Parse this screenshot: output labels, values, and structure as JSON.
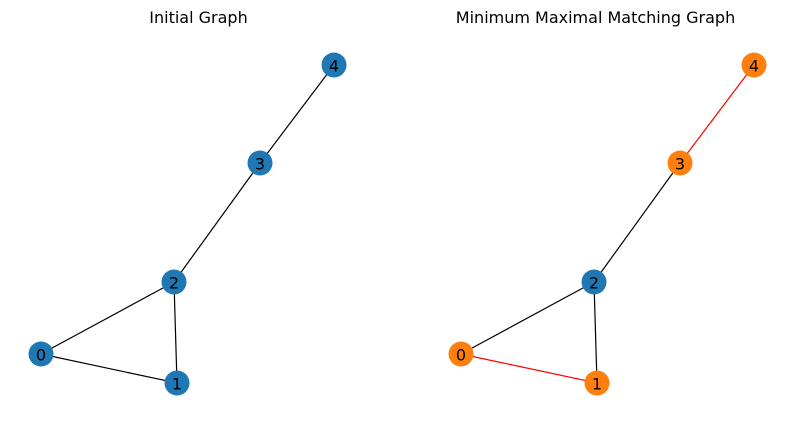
{
  "colors": {
    "node_default": "#1f77b4",
    "node_matched": "#ff7f0e",
    "edge_default": "#000000",
    "edge_matched": "#ff0000"
  },
  "graphs": [
    {
      "title": "Initial Graph",
      "nodes": [
        {
          "id": "0",
          "label": "0",
          "matched": false
        },
        {
          "id": "1",
          "label": "1",
          "matched": false
        },
        {
          "id": "2",
          "label": "2",
          "matched": false
        },
        {
          "id": "3",
          "label": "3",
          "matched": false
        },
        {
          "id": "4",
          "label": "4",
          "matched": false
        }
      ],
      "edges": [
        {
          "source": "0",
          "target": "1",
          "matched": false
        },
        {
          "source": "0",
          "target": "2",
          "matched": false
        },
        {
          "source": "1",
          "target": "2",
          "matched": false
        },
        {
          "source": "2",
          "target": "3",
          "matched": false
        },
        {
          "source": "3",
          "target": "4",
          "matched": false
        }
      ]
    },
    {
      "title": "Minimum Maximal Matching Graph",
      "nodes": [
        {
          "id": "0",
          "label": "0",
          "matched": true
        },
        {
          "id": "1",
          "label": "1",
          "matched": true
        },
        {
          "id": "2",
          "label": "2",
          "matched": false
        },
        {
          "id": "3",
          "label": "3",
          "matched": true
        },
        {
          "id": "4",
          "label": "4",
          "matched": true
        }
      ],
      "edges": [
        {
          "source": "0",
          "target": "1",
          "matched": true
        },
        {
          "source": "0",
          "target": "2",
          "matched": false
        },
        {
          "source": "1",
          "target": "2",
          "matched": false
        },
        {
          "source": "2",
          "target": "3",
          "matched": false
        },
        {
          "source": "3",
          "target": "4",
          "matched": true
        }
      ]
    }
  ]
}
